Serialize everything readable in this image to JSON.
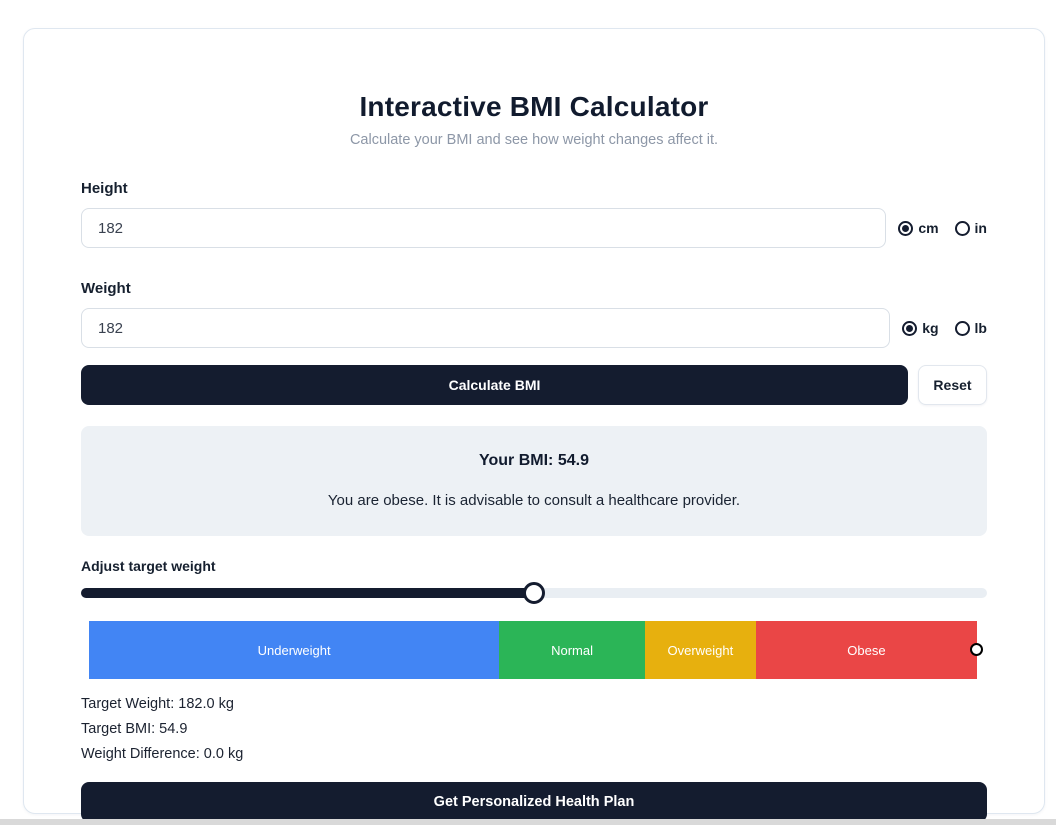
{
  "page": {
    "title": "Interactive BMI Calculator",
    "subtitle": "Calculate your BMI and see how weight changes affect it."
  },
  "height_field": {
    "label": "Height",
    "value": "182",
    "units": [
      {
        "label": "cm",
        "selected": true
      },
      {
        "label": "in",
        "selected": false
      }
    ]
  },
  "weight_field": {
    "label": "Weight",
    "value": "182",
    "units": [
      {
        "label": "kg",
        "selected": true
      },
      {
        "label": "lb",
        "selected": false
      }
    ]
  },
  "actions": {
    "calculate_label": "Calculate BMI",
    "reset_label": "Reset",
    "plan_label": "Get Personalized Health Plan"
  },
  "result": {
    "bmi_text": "Your BMI: 54.9",
    "message": "You are obese. It is advisable to consult a healthcare provider."
  },
  "slider": {
    "label": "Adjust target weight",
    "percent": 50
  },
  "bmi_scale": {
    "segments": [
      {
        "label": "Underweight",
        "color": "#4285f4",
        "width_pct": 46.2
      },
      {
        "label": "Normal",
        "color": "#2bb557",
        "width_pct": 16.4
      },
      {
        "label": "Overweight",
        "color": "#e7b00e",
        "width_pct": 12.5
      },
      {
        "label": "Obese",
        "color": "#ea4646",
        "width_pct": 24.9
      }
    ],
    "marker_pct": 100
  },
  "targets": [
    {
      "text": "Target Weight: 182.0 kg"
    },
    {
      "text": "Target BMI: 54.9"
    },
    {
      "text": "Weight Difference: 0.0 kg"
    }
  ],
  "colors": {
    "accent_dark": "#141c2f",
    "result_box_bg": "#edf1f5",
    "card_border": "#dfe7f0"
  }
}
